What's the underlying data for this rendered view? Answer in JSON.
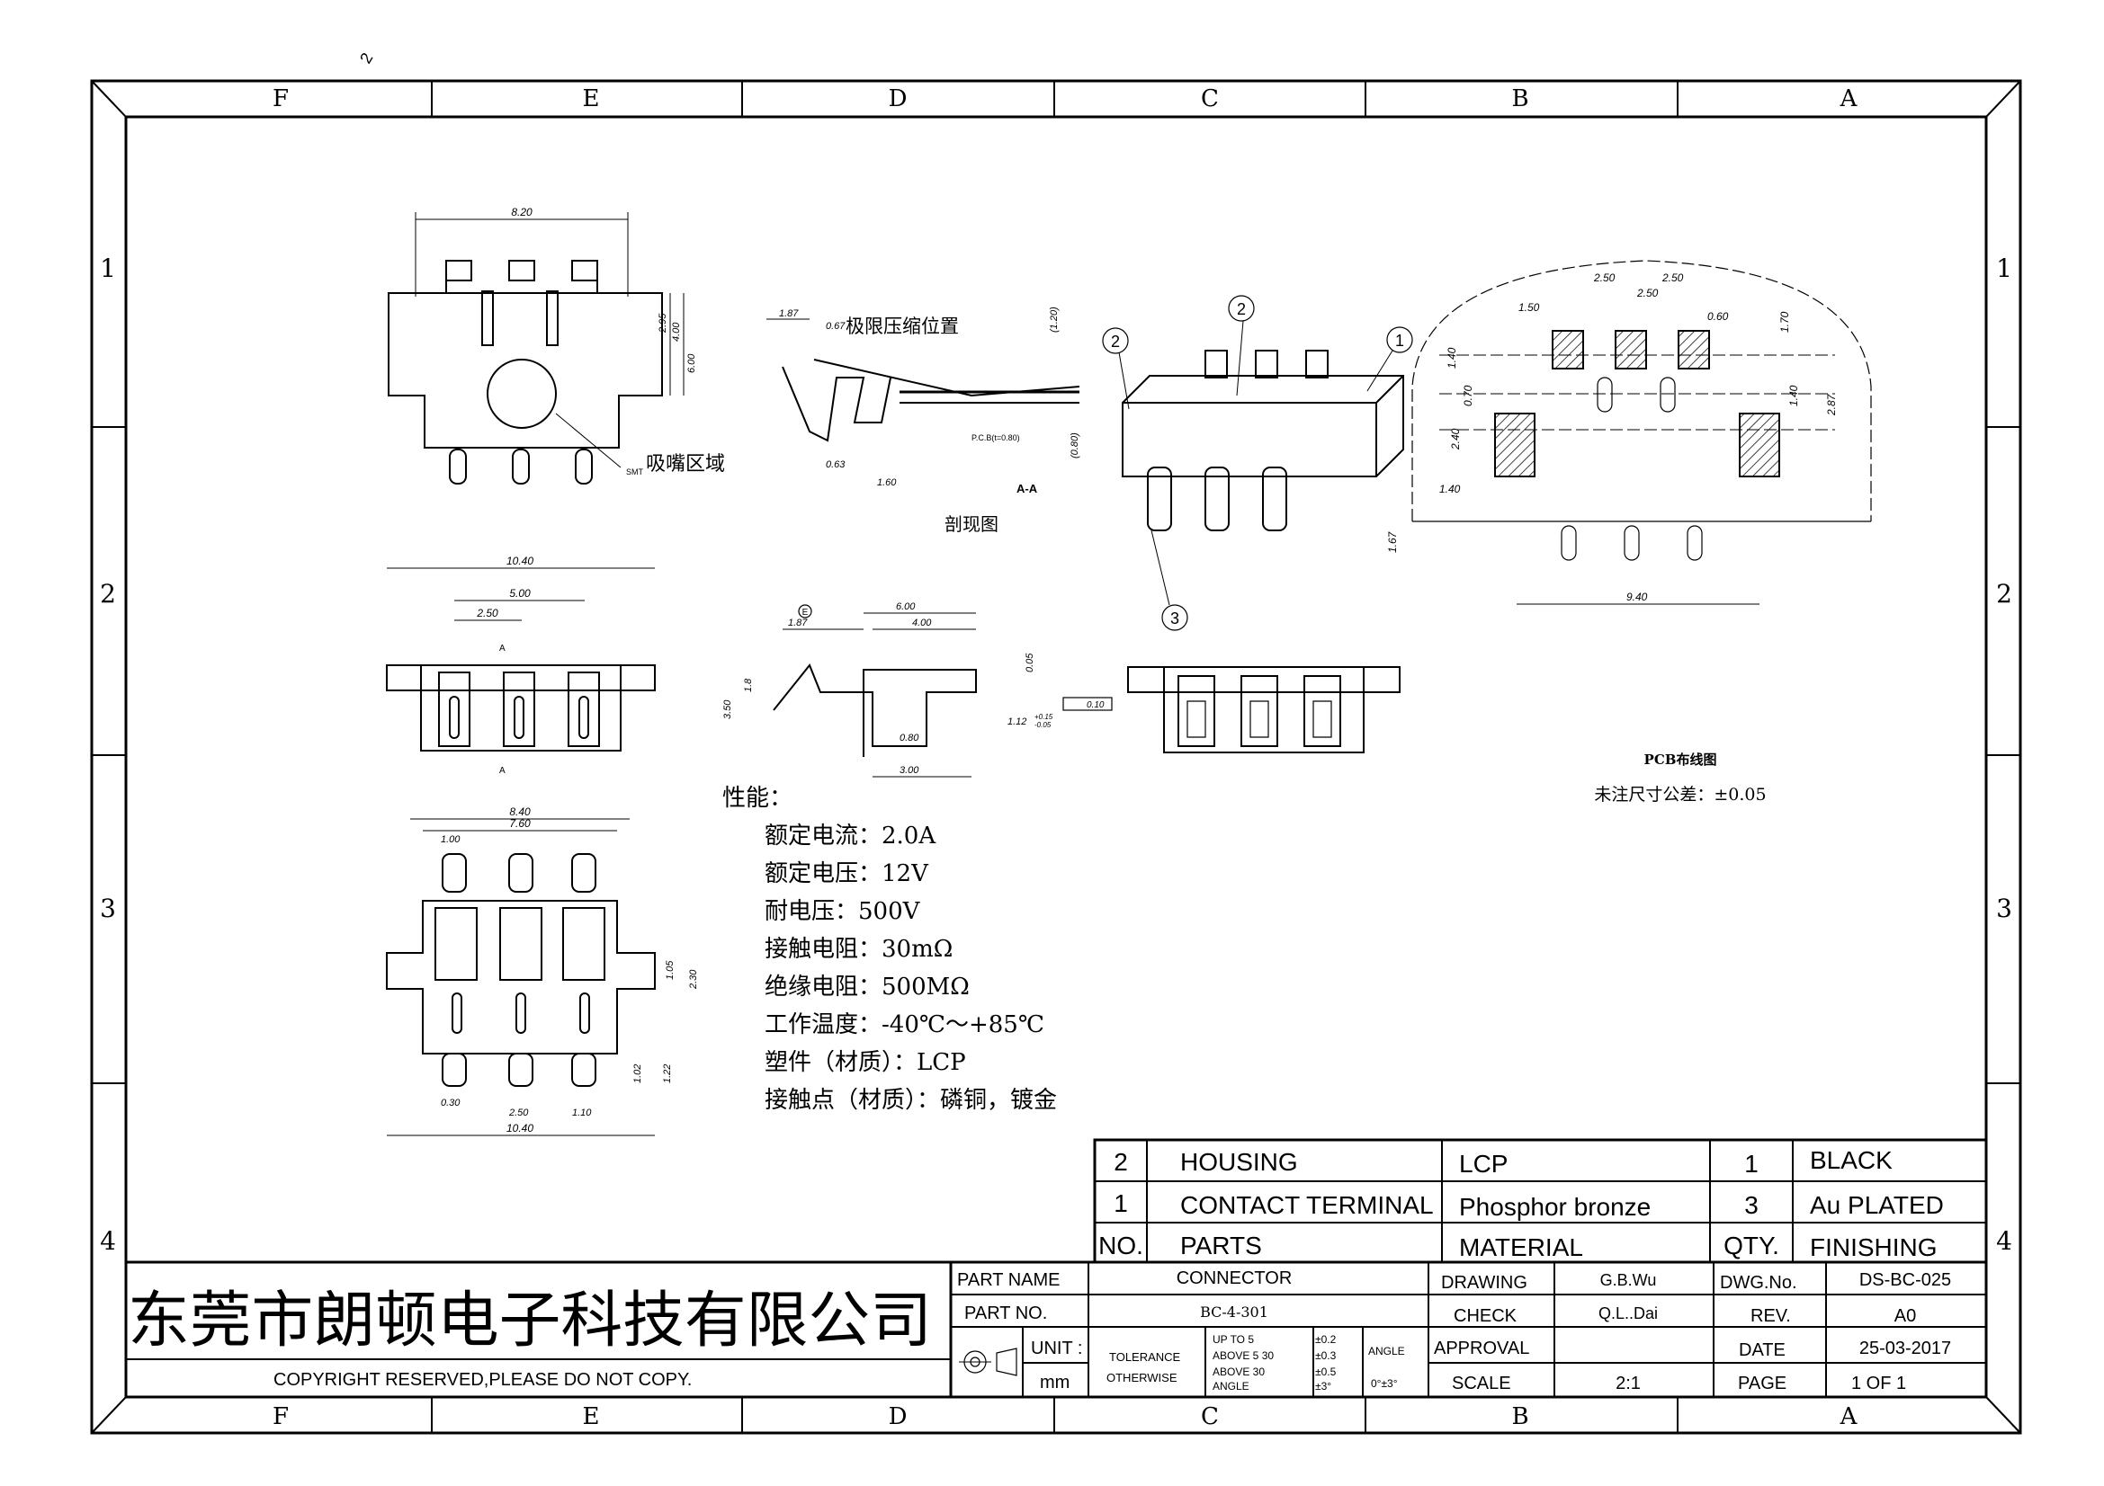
{
  "page_mark": "2",
  "zones": {
    "columns": [
      "F",
      "E",
      "D",
      "C",
      "B",
      "A"
    ],
    "rows": [
      "1",
      "2",
      "3",
      "4"
    ]
  },
  "top_view": {
    "dims": {
      "width_top": "8.20",
      "h1": "2.95",
      "h2": "4.00",
      "h3": "6.00"
    },
    "callout": "吸嘴区域",
    "smt_label": "SMT"
  },
  "section_view": {
    "dims": {
      "d187": "1.87",
      "d067": "0.67",
      "d120": "(1.20)",
      "d080": "(0.80)",
      "d063": "0.63",
      "d160": "1.60"
    },
    "note": "极限压缩位置",
    "pcb_label": "P.C.B(t=0.80)",
    "section_tag": "A-A",
    "caption": "剖现图"
  },
  "iso_view": {
    "labels": [
      "1",
      "2",
      "3"
    ]
  },
  "pcb_layout": {
    "dims": {
      "d250a": "2.50",
      "d250b": "2.50",
      "d250c": "2.50",
      "d150": "1.50",
      "d060": "0.60",
      "d170": "1.70",
      "d140a": "1.40",
      "d070": "0.70",
      "d140b": "1.40",
      "d287": "2.87",
      "d240": "2.40",
      "d140c": "1.40",
      "d167": "1.67",
      "d940": "9.40"
    },
    "title": "PCB布线图",
    "tolerance_note": "未注尺寸公差：±0.05"
  },
  "front_view": {
    "dims": {
      "d1040": "10.40",
      "d500": "5.00",
      "d250": "2.50"
    },
    "section_mark": "A"
  },
  "side_view": {
    "dims": {
      "d187": "1.87",
      "d600": "6.00",
      "d400": "4.00",
      "d350": "3.50",
      "d18": "1.8",
      "d005": "0.05",
      "d080": "0.80",
      "d300": "3.00",
      "d112": "1.12",
      "tol_up": "+0.15",
      "tol_dn": "-0.05",
      "flat": "0.10"
    },
    "datum": "E"
  },
  "bottom_view": {
    "dims": {
      "d840": "8.40",
      "d760": "7.60",
      "d100": "1.00",
      "d105": "1.05",
      "d230": "2.30",
      "d102": "1.02",
      "d122": "1.22",
      "d030": "0.30",
      "d250": "2.50",
      "d110": "1.10",
      "d1040": "10.40"
    }
  },
  "specs": {
    "heading": "性能：",
    "lines": [
      "额定电流：2.0A",
      "额定电压：12V",
      "耐电压：500V",
      "接触电阻：30mΩ",
      "绝缘电阻：500MΩ",
      "工作温度：-40℃～+85℃",
      "塑件（材质）：LCP",
      "接触点（材质）：磷铜，镀金"
    ]
  },
  "bom": {
    "rows": [
      {
        "no": "2",
        "part": "HOUSING",
        "material": "LCP",
        "qty": "1",
        "finish": "BLACK"
      },
      {
        "no": "1",
        "part": "CONTACT TERMINAL",
        "material": "Phosphor bronze",
        "qty": "3",
        "finish": "Au PLATED"
      }
    ],
    "header": {
      "no": "NO.",
      "part": "PARTS",
      "material": "MATERIAL",
      "qty": "QTY.",
      "finish": "FINISHING"
    }
  },
  "title_block": {
    "company": "东莞市朗顿电子科技有限公司",
    "copyright": "COPYRIGHT RESERVED,PLEASE DO NOT COPY.",
    "part_name_label": "PART NAME",
    "part_name": "CONNECTOR",
    "part_no_label": "PART NO.",
    "part_no": "BC-4-301",
    "unit_label": "UNIT :",
    "unit": "mm",
    "tolerance_label": "TOLERANCE",
    "otherwise_label": "OTHERWISE",
    "tol_rows": [
      {
        "range": "UP TO 5",
        "val": "±0.2"
      },
      {
        "range": "ABOVE 5  30",
        "val": "±0.3"
      },
      {
        "range": "ABOVE 30",
        "val": "±0.5"
      },
      {
        "range": "ANGLE",
        "val": "±3°"
      }
    ],
    "angle_label": "ANGLE",
    "angle_val": "0°±3°",
    "drawing_label": "DRAWING",
    "drawing": "G.B.Wu",
    "check_label": "CHECK",
    "check": "Q.L..Dai",
    "approval_label": "APPROVAL",
    "scale_label": "SCALE",
    "scale": "2:1",
    "dwg_label": "DWG.No.",
    "dwg": "DS-BC-025",
    "rev_label": "REV.",
    "rev": "A0",
    "date_label": "DATE",
    "date": "25-03-2017",
    "page_label": "PAGE",
    "page": "1 OF 1"
  }
}
